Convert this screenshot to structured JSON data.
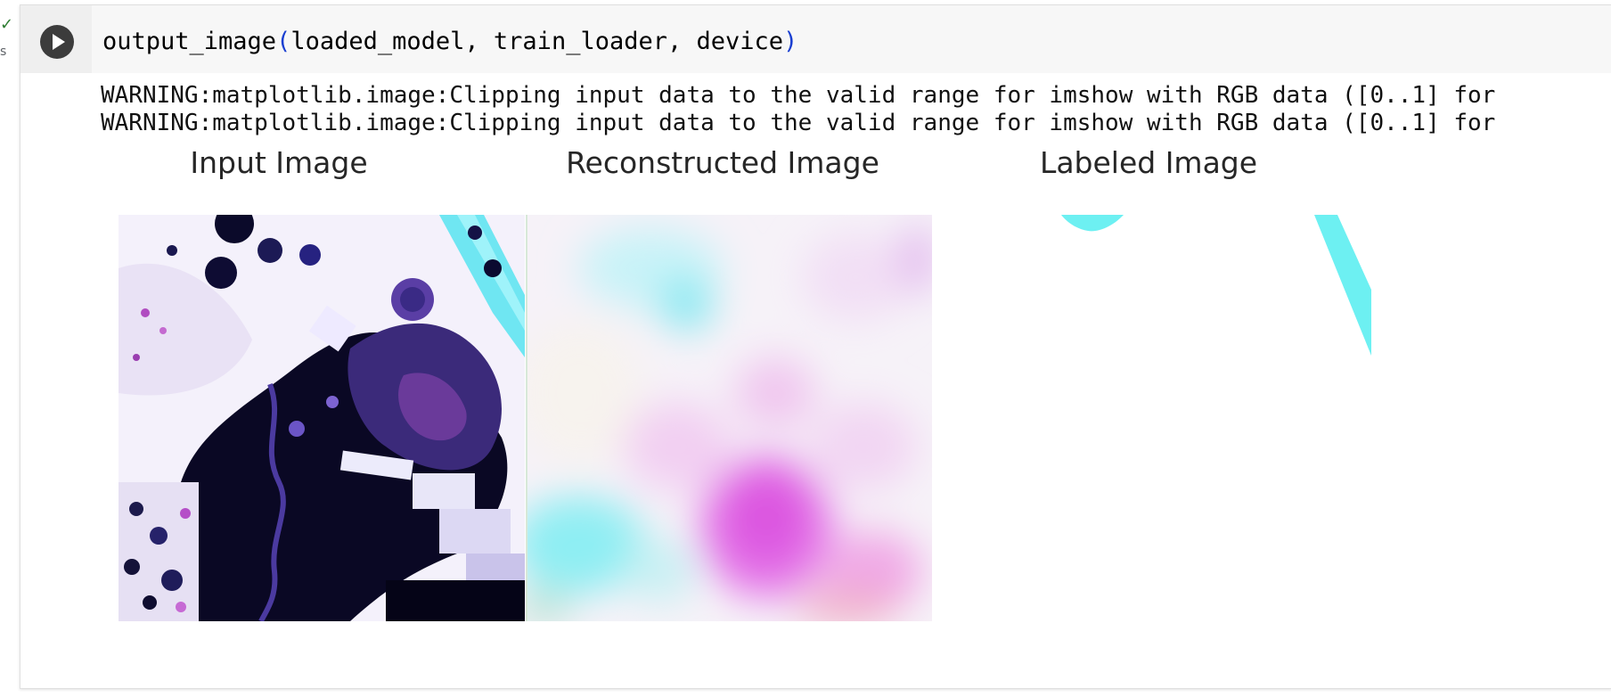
{
  "gutter": {
    "status_icon": "check-icon",
    "exec_time_suffix": "s"
  },
  "cell": {
    "run_button_icon": "play-icon",
    "code": {
      "func": "output_image",
      "open_paren": "(",
      "args": "loaded_model, train_loader, device",
      "close_paren": ")"
    }
  },
  "output": {
    "warnings": [
      "WARNING:matplotlib.image:Clipping input data to the valid range for imshow with RGB data ([0..1] for",
      "WARNING:matplotlib.image:Clipping input data to the valid range for imshow with RGB data ([0..1] for"
    ],
    "panels": [
      {
        "title": "Input Image"
      },
      {
        "title": "Reconstructed Image"
      },
      {
        "title": "Labeled Image"
      }
    ]
  },
  "colors": {
    "paren": "#1a3fd1",
    "check": "#2e7d32",
    "cyan_label": "#6df0f2",
    "magenta": "#e060e6"
  }
}
